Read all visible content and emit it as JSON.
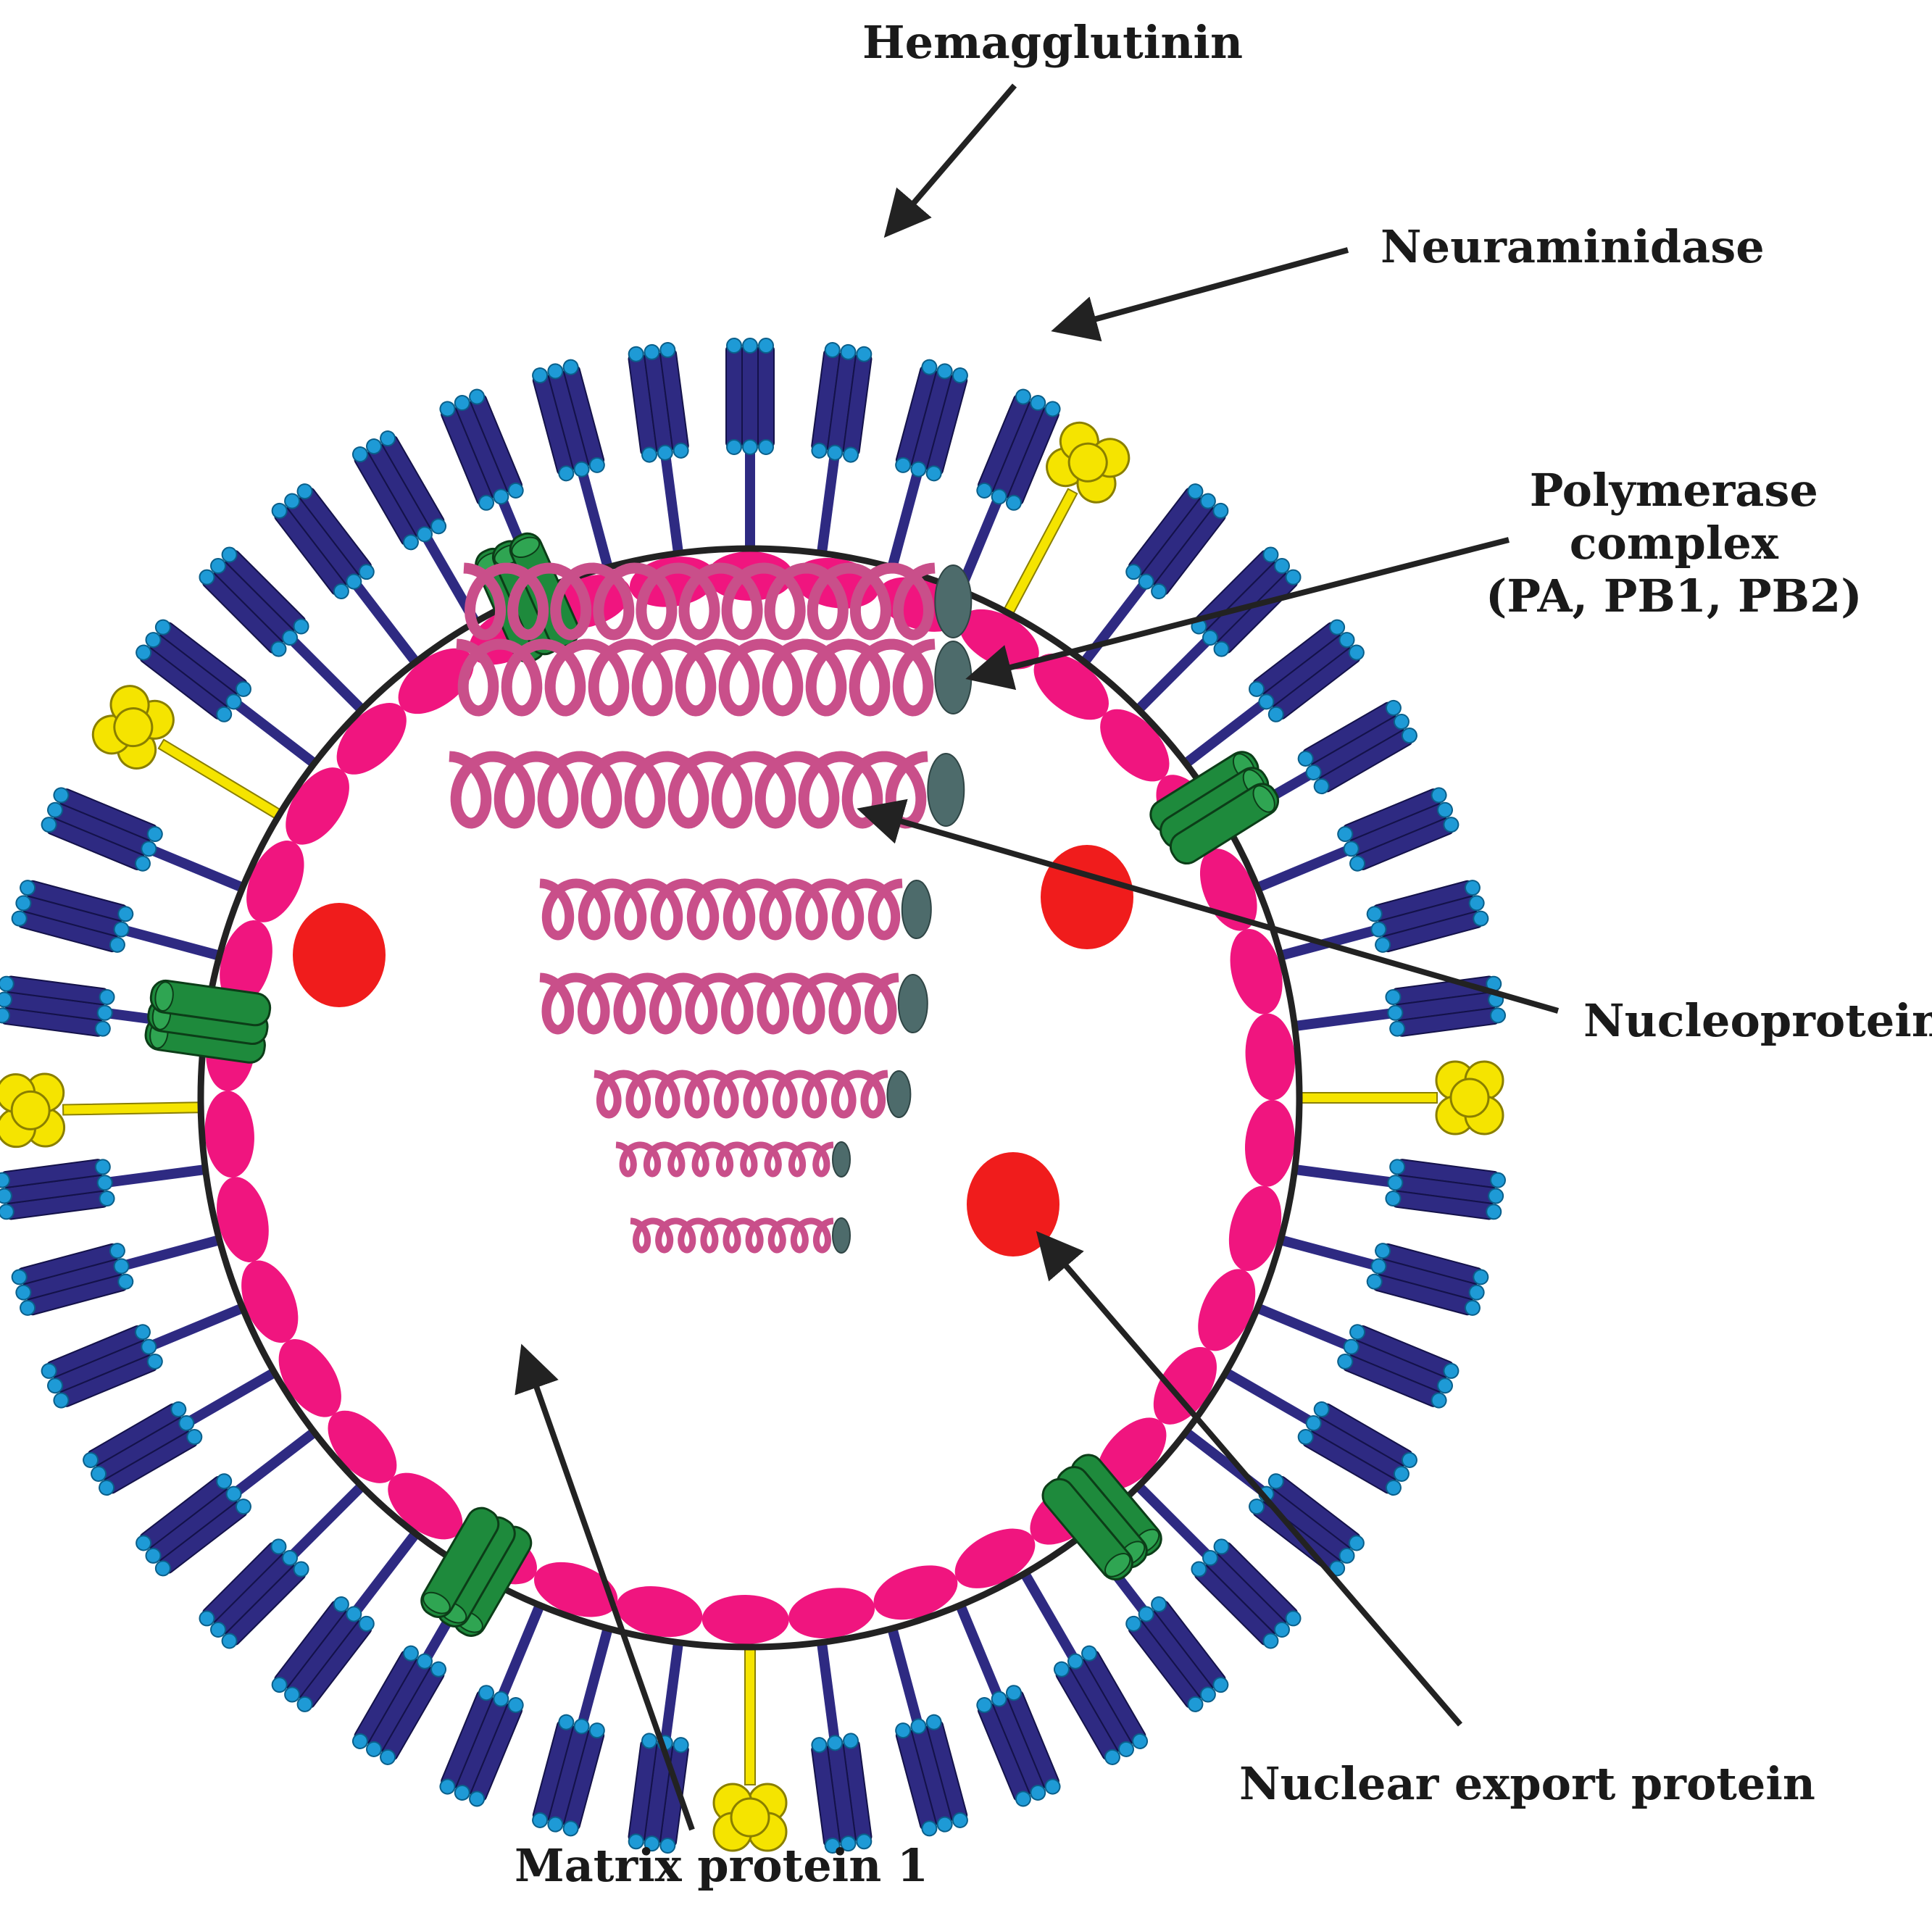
{
  "labels": {
    "hemagglutinin": "Hemagglutinin",
    "neuraminidase": "Neuraminidase",
    "polymerase_line1": "Polymerase",
    "polymerase_line2": "complex",
    "polymerase_line3": "(PA, PB1, PB2)",
    "nucleoprotein": "Nucleoprotein",
    "nuclear_export_protein": "Nuclear export protein",
    "matrix_protein_1": "Matrix protein 1"
  },
  "colors": {
    "hemagglutinin": "#2e2a82",
    "hemagglutinin_tip": "#1e9ad6",
    "neuraminidase": "#f5e400",
    "m2_channel": "#1e8a3c",
    "matrix_protein": "#f0157f",
    "membrane": "#222222",
    "nucleoprotein": "#c94f8a",
    "polymerase": "#4d6b6b",
    "nuclear_export_protein": "#f01c1c",
    "arrow": "#222222"
  },
  "icons": [
    "hemagglutinin-spike-icon",
    "neuraminidase-spike-icon",
    "m2-channel-icon",
    "matrix-protein-icon",
    "rnp-helix-icon",
    "polymerase-icon",
    "nep-icon"
  ]
}
